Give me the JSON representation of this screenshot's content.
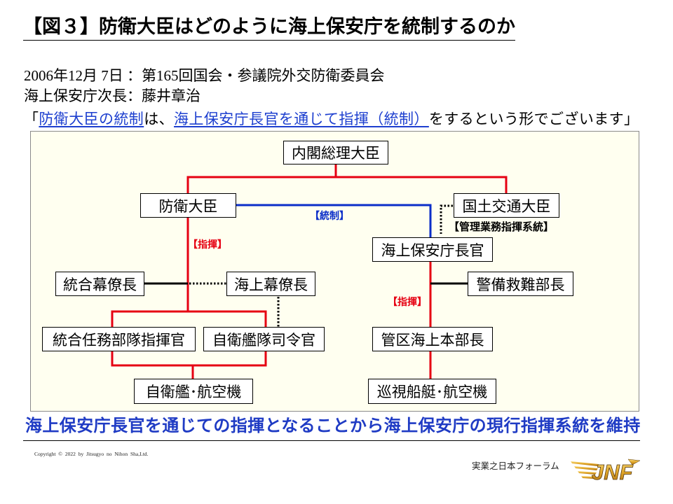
{
  "title": "【図３】防衛大臣はどのように海上保安庁を統制するのか",
  "source": {
    "date_line": "2006年12月 7日 ：第165回国会・参議院外交防衛委員会",
    "speaker": "海上保安庁次長：藤井章治",
    "quote": {
      "open": "「",
      "part1": "防衛大臣の統制",
      "part2": "は、",
      "part3": "海上保安庁長官を通じて指揮（統制）",
      "part4": "をするという形でございます」"
    }
  },
  "diagram": {
    "nodes": {
      "prime_minister": "内閣総理大臣",
      "defense_minister": "防衛大臣",
      "mlit_minister": "国土交通大臣",
      "jcg_commandant": "海上保安庁長官",
      "chief_joint_staff": "統合幕僚長",
      "chief_maritime_staff": "海上幕僚長",
      "guard_rescue_director": "警備救難部長",
      "jtf_commander": "統合任務部隊指揮官",
      "fleet_commander": "自衛艦隊司令官",
      "regional_hq_commander": "管区海上本部長",
      "sdf_ships_aircraft": "自衛艦･航空機",
      "patrol_ships_aircraft": "巡視船艇･航空機"
    },
    "labels": {
      "control": "【統制】",
      "admin_command": "【管理業務指揮系統】",
      "command_left": "【指揮】",
      "command_right": "【指揮】"
    }
  },
  "conclusion": "海上保安庁長官を通じての指揮となることから海上保安庁の現行指揮系統を維持",
  "footer": {
    "copyright": "Copyright © 2022 by Jitsugyo no Nihon Sha,Ltd.",
    "publisher": "実業之日本フォーラム",
    "logo_text": "JNF"
  },
  "colors": {
    "command_red": "#e60012",
    "control_blue": "#0b2ec9",
    "quote_blue": "#1d3fcf",
    "conclusion_blue": "#1f3bc4",
    "frame_fill": "#fffff0"
  }
}
